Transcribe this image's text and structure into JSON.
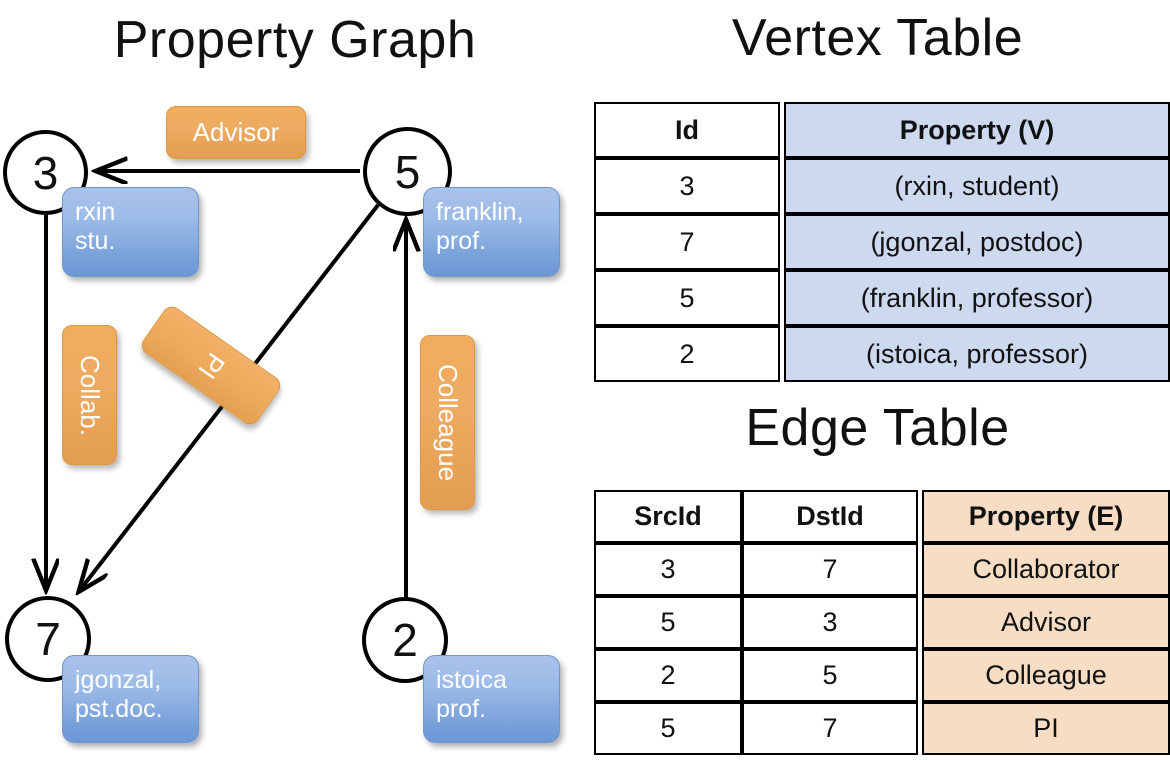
{
  "titles": {
    "property_graph": "Property Graph",
    "vertex_table": "Vertex Table",
    "edge_table": "Edge Table"
  },
  "colors": {
    "vertex_property_fill": "#ccd9ef",
    "edge_property_fill": "#f6ddc3",
    "node_box_blue": "#7ba3db",
    "edge_label_orange": "#eeac62",
    "stroke": "#000000"
  },
  "graph": {
    "nodes": [
      {
        "id": "3",
        "property_lines": [
          "rxin",
          "stu."
        ]
      },
      {
        "id": "5",
        "property_lines": [
          "franklin,",
          "prof."
        ]
      },
      {
        "id": "7",
        "property_lines": [
          "jgonzal,",
          "pst.doc."
        ]
      },
      {
        "id": "2",
        "property_lines": [
          "istoica",
          "prof."
        ]
      }
    ],
    "edge_labels": [
      {
        "name": "advisor",
        "text": "Advisor",
        "orientation": "horizontal"
      },
      {
        "name": "collab",
        "text": "Collab.",
        "orientation": "vertical"
      },
      {
        "name": "pi",
        "text": "PI",
        "orientation": "diagonal"
      },
      {
        "name": "colleague",
        "text": "Colleague",
        "orientation": "vertical"
      }
    ],
    "edges": [
      {
        "src": "5",
        "dst": "3",
        "label": "Advisor"
      },
      {
        "src": "3",
        "dst": "7",
        "label": "Collab."
      },
      {
        "src": "5",
        "dst": "7",
        "label": "PI"
      },
      {
        "src": "2",
        "dst": "5",
        "label": "Colleague"
      }
    ]
  },
  "vertex_table": {
    "columns": [
      "Id",
      "Property (V)"
    ],
    "rows": [
      {
        "id": "3",
        "property": "(rxin, student)"
      },
      {
        "id": "7",
        "property": "(jgonzal, postdoc)"
      },
      {
        "id": "5",
        "property": "(franklin, professor)"
      },
      {
        "id": "2",
        "property": "(istoica, professor)"
      }
    ]
  },
  "edge_table": {
    "columns": [
      "SrcId",
      "DstId",
      "Property (E)"
    ],
    "rows": [
      {
        "src": "3",
        "dst": "7",
        "property": "Collaborator"
      },
      {
        "src": "5",
        "dst": "3",
        "property": "Advisor"
      },
      {
        "src": "2",
        "dst": "5",
        "property": "Colleague"
      },
      {
        "src": "5",
        "dst": "7",
        "property": "PI"
      }
    ]
  }
}
